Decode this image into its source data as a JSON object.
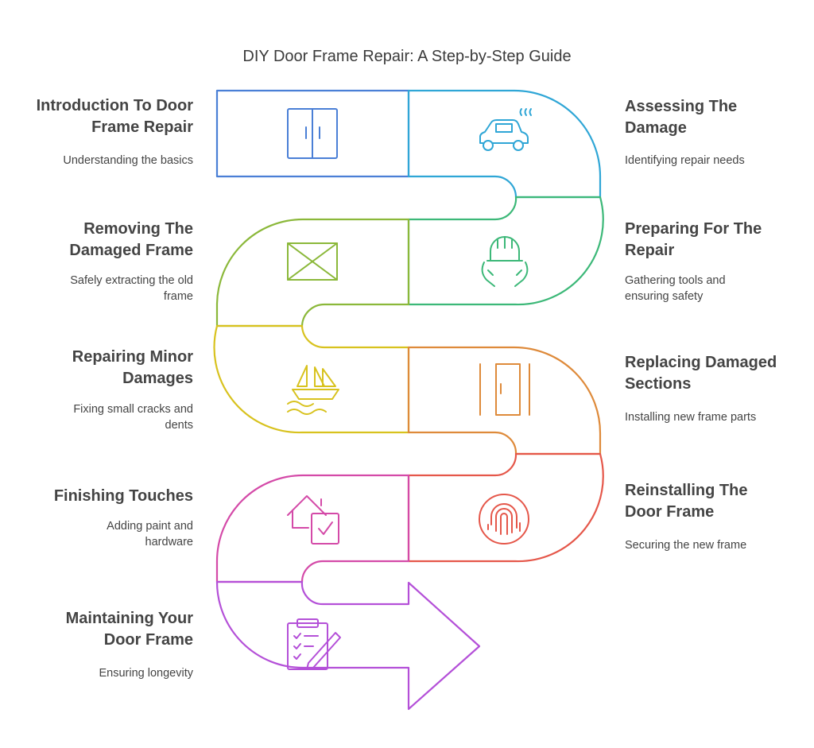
{
  "title": "DIY Door Frame Repair: A Step-by-Step Guide",
  "steps": [
    {
      "heading": "Introduction To Door Frame Repair",
      "description": "Understanding the basics",
      "icon": "door-icon",
      "color": "#4a7fd6"
    },
    {
      "heading": "Assessing The Damage",
      "description": "Identifying repair needs",
      "icon": "car-smoke-icon",
      "color": "#2fa6d6"
    },
    {
      "heading": "Preparing For The Repair",
      "description": "Gathering tools and ensuring safety",
      "icon": "hard-hat-hands-icon",
      "color": "#3cb878"
    },
    {
      "heading": "Removing The Damaged Frame",
      "description": "Safely extracting the old frame",
      "icon": "frame-x-icon",
      "color": "#8bb83a"
    },
    {
      "heading": "Repairing Minor Damages",
      "description": "Fixing small cracks and dents",
      "icon": "boat-icon",
      "color": "#d8c21e"
    },
    {
      "heading": "Replacing Damaged Sections",
      "description": "Installing new frame parts",
      "icon": "cabinet-icon",
      "color": "#de8a3a"
    },
    {
      "heading": "Reinstalling The Door Frame",
      "description": "Securing the new frame",
      "icon": "fingerprint-icon",
      "color": "#e5574a"
    },
    {
      "heading": "Finishing Touches",
      "description": "Adding paint and hardware",
      "icon": "house-check-icon",
      "color": "#d44aa8"
    },
    {
      "heading": "Maintaining Your Door Frame",
      "description": "Ensuring longevity",
      "icon": "clipboard-pencil-icon",
      "color": "#b450d8"
    }
  ]
}
